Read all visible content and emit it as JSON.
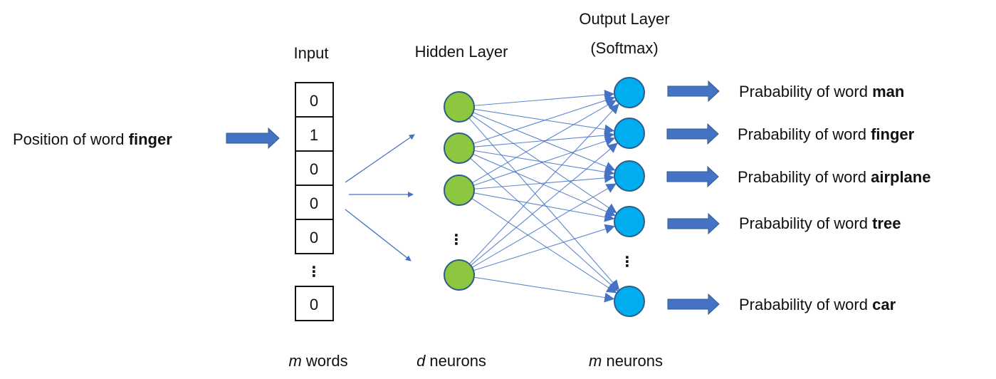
{
  "input_label": {
    "prefix": "Position of word ",
    "word": "finger"
  },
  "headers": {
    "input": "Input",
    "hidden": "Hidden Layer",
    "output_line1": "Output Layer",
    "output_line2": "(Softmax)"
  },
  "input_vector": {
    "values": [
      "0",
      "1",
      "0",
      "0",
      "0"
    ],
    "ellipsis": "⋮",
    "last_value": "0"
  },
  "hidden_layer": {
    "visible_neurons": 4,
    "ellipsis": "⋮",
    "color": "#8dc63f"
  },
  "output_layer": {
    "visible_neurons": 5,
    "ellipsis": "⋮",
    "color": "#00aeef"
  },
  "outputs": [
    {
      "prefix": "Prabability of word ",
      "word": "man"
    },
    {
      "prefix": "Prabability of word ",
      "word": "finger"
    },
    {
      "prefix": "Prabability of word ",
      "word": "airplane"
    },
    {
      "prefix": "Prabability of word ",
      "word": "tree"
    },
    {
      "prefix": "Prabability of word ",
      "word": "car"
    }
  ],
  "footers": {
    "input": {
      "var": "m",
      "text": " words"
    },
    "hidden": {
      "var": "d",
      "text": " neurons"
    },
    "output": {
      "var": "m",
      "text": " neurons"
    }
  },
  "colors": {
    "connection": "#4472c4",
    "block_arrow": "#4472c4",
    "neuron_stroke": "#2f5c8a"
  }
}
